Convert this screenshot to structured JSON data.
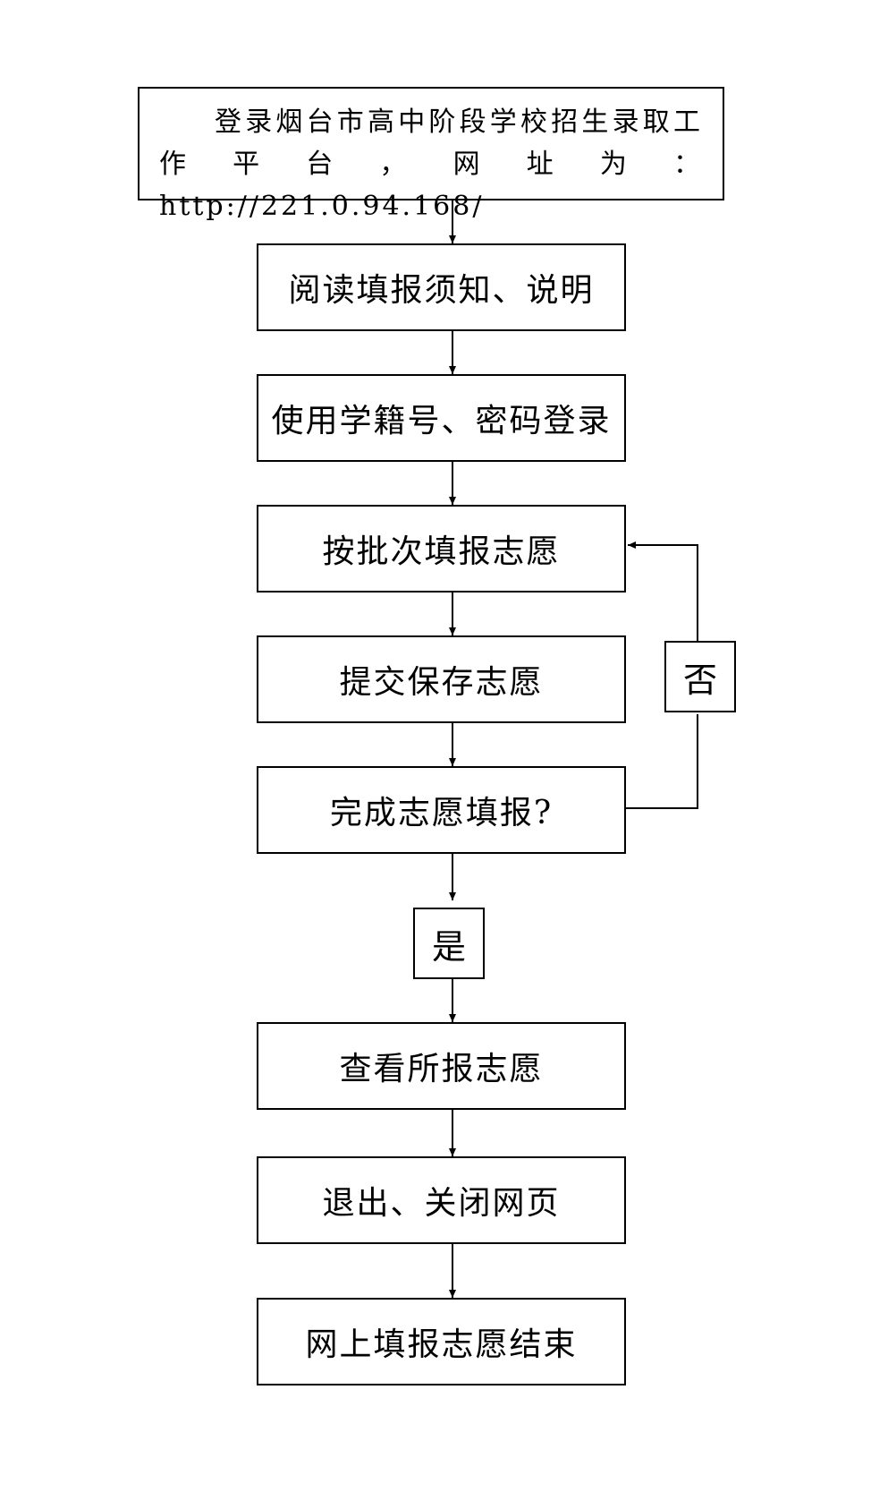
{
  "start_box": {
    "text": "登录烟台市高中阶段学校招生录取工作平台，网址为：http://221.0.94.168/"
  },
  "steps": {
    "read_instructions": "阅读填报须知、说明",
    "login": "使用学籍号、密码登录",
    "fill_by_batch": "按批次填报志愿",
    "submit_save": "提交保存志愿",
    "complete_check": "完成志愿填报?",
    "view_choices": "查看所报志愿",
    "exit_close": "退出、关闭网页",
    "end": "网上填报志愿结束"
  },
  "branches": {
    "yes": "是",
    "no": "否"
  }
}
